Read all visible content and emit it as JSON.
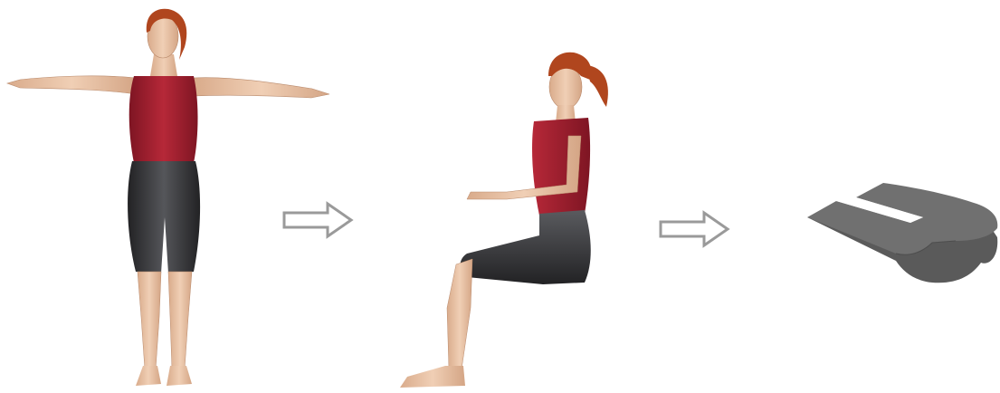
{
  "figure": {
    "steps": [
      {
        "id": "standing",
        "icon": "standing-t-pose-figure-icon"
      },
      {
        "id": "sitting",
        "icon": "seated-figure-icon"
      },
      {
        "id": "cushion",
        "icon": "seat-cushion-shape-icon"
      }
    ],
    "connectors": [
      "hollow-right-arrow-icon",
      "hollow-right-arrow-icon"
    ],
    "colors": {
      "skin": "#e8c3a6",
      "shirt": "#a01f2e",
      "shorts": "#3a3a3c",
      "hair": "#b0461e",
      "cushion_top": "#6e6e6e",
      "cushion_side": "#5a5a5a",
      "arrow_stroke": "#9a9a9a"
    }
  }
}
